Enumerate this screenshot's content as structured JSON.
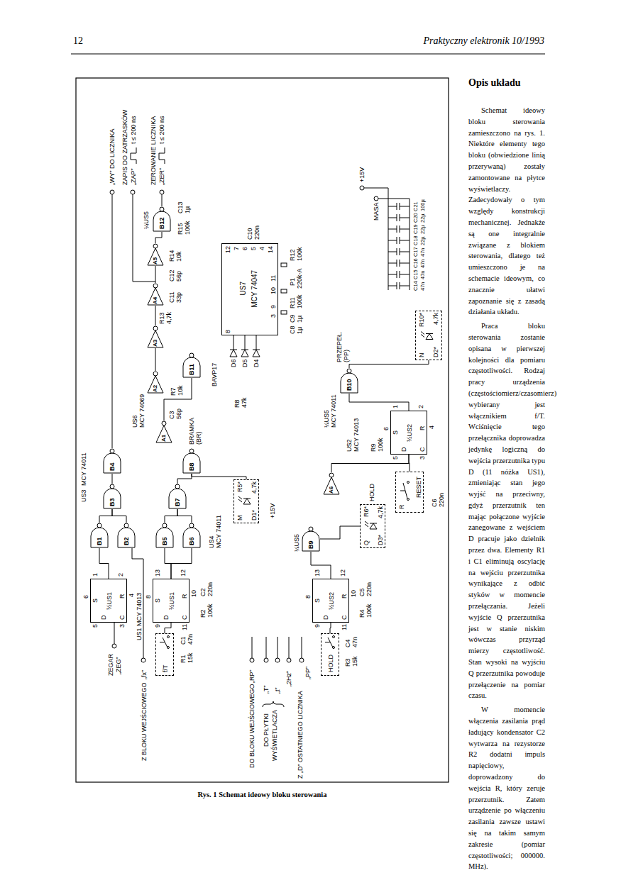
{
  "diagram": {
    "title": "Opis układu",
    "caption": "Rys. 1 Schemat ideowy bloku sterowania",
    "nodes": [
      {
        "text": [
          "S",
          "D",
          "½US1",
          "C",
          "R"
        ]
      },
      {
        "text": [
          "S",
          "D",
          "½US1",
          "C",
          "R"
        ]
      },
      {
        "text": [
          "S",
          "D",
          "½US2",
          "C",
          "R"
        ]
      },
      {
        "text": [
          "S",
          "D",
          "½US2",
          "C",
          "R"
        ]
      },
      {
        "text": [
          "B1"
        ]
      },
      {
        "text": [
          "B2"
        ]
      },
      {
        "text": [
          "B3"
        ]
      },
      {
        "text": [
          "B4"
        ]
      },
      {
        "text": [
          "B5"
        ]
      },
      {
        "text": [
          "B6"
        ]
      },
      {
        "text": [
          "B7"
        ]
      },
      {
        "text": [
          "B8"
        ]
      },
      {
        "text": [
          "A1"
        ]
      },
      {
        "text": [
          "A2"
        ]
      },
      {
        "text": [
          "B11"
        ]
      },
      {
        "text": [
          "A3"
        ]
      },
      {
        "text": [
          "A4"
        ]
      },
      {
        "text": [
          "A5"
        ]
      },
      {
        "text": [
          "B12"
        ]
      },
      {
        "text": [
          "A6"
        ]
      },
      {
        "text": [
          "B9"
        ]
      },
      {
        "text": [
          "B10"
        ]
      },
      {
        "text": [
          "US7",
          "MCY 74047"
        ]
      },
      {
        "text": [
          "f/T"
        ]
      },
      {
        "text": [
          "HOLD"
        ]
      },
      {
        "text": [
          "R",
          "RESET"
        ]
      },
      {
        "text": [
          "M",
          "D1*",
          "R5*",
          "4,7k"
        ]
      },
      {
        "text": [
          "Q",
          "D3*",
          "R6*",
          "4,7k"
        ]
      },
      {
        "text": [
          "N",
          "D2*",
          "R10*",
          "4,7k"
        ]
      }
    ],
    "edges": [
      {
        "from": 0,
        "to": 4,
        "arrow": "none"
      },
      {
        "from": 4,
        "to": 6,
        "arrow": "none"
      },
      {
        "from": 5,
        "to": 6,
        "arrow": "none"
      },
      {
        "from": 6,
        "to": 7,
        "arrow": "none"
      },
      {
        "from": 1,
        "to": 8,
        "arrow": "none"
      },
      {
        "from": 1,
        "to": 9,
        "arrow": "none"
      },
      {
        "from": 8,
        "to": 10,
        "arrow": "none"
      },
      {
        "from": 9,
        "to": 10,
        "arrow": "none"
      },
      {
        "from": 10,
        "to": 11,
        "arrow": "none"
      },
      {
        "from": 11,
        "to": 26,
        "arrow": "none"
      },
      {
        "from": 12,
        "to": 14,
        "arrow": "none"
      },
      {
        "from": 13,
        "to": 15,
        "arrow": "none"
      },
      {
        "from": 15,
        "to": 16,
        "arrow": "none"
      },
      {
        "from": 16,
        "to": 17,
        "arrow": "none"
      },
      {
        "from": 17,
        "to": 18,
        "arrow": "none"
      },
      {
        "from": 23,
        "to": 1,
        "arrow": "none"
      },
      {
        "from": 24,
        "to": 2,
        "arrow": "none"
      },
      {
        "from": 2,
        "to": 20,
        "arrow": "none"
      },
      {
        "from": 20,
        "to": 27,
        "arrow": "none"
      },
      {
        "from": 25,
        "to": 3,
        "arrow": "none"
      },
      {
        "from": 3,
        "to": 21,
        "arrow": "none"
      },
      {
        "from": 21,
        "to": 28,
        "arrow": "none"
      },
      {
        "from": 19,
        "to": 3,
        "arrow": "none"
      }
    ],
    "labels": [
      "12",
      "Praktyczny elektronik 10/1993",
      "Schemat ideowy bloku sterowania zamieszczono na rys. 1. Niektóre elementy tego bloku (obwiedzione linią przerywaną) zostały zamontowane na płytce wyświetlaczy. Zadecydowały o tym względy konstrukcji mechanicznej. Jednakże są one integralnie związane z blokiem sterowania, dlatego też umieszczono je na schemacie ideowym, co znacznie ułatwi zapoznanie się z zasadą działania układu.",
      "Praca bloku sterowania zostanie opisana w pierwszej kolejności dla pomiaru częstotliwości. Rodzaj pracy urządzenia (częstościomierz/czasomierz) wybierany jest włącznikiem f/T. Wciśnięcie tego przełącznika doprowadza jedynkę logiczną do wejścia przerzutnika typu D (11 nóżka US1), zmieniając stan jego wyjść na przeciwny, gdyż przerzutnik ten mając połączone wyjście zanegowane z wejściem D pracuje jako dzielnik przez dwa. Elementy R1 i C1 eliminują oscylację na wejściu przerzutnika wynikające z odbić styków w momencie przełączania. Jeżeli wyjście Q przerzutnika jest w stanie niskim wówczas przyrząd mierzy częstotliwość. Stan wysoki na wyjściu Q przerzutnika powoduje przełączenie na pomiar czasu.",
      "W momencie włączenia zasilania prąd ładujący kondensator C2 wytwarza na rezystorze R2 dodatni impuls napięciowy, doprowadzony do wejścia R, który zeruje przerzutnik. Zatem urządzenie po włączeniu zasilania zawsze ustawi się na takim samym zakresie (pomiar częstotliwości; 000000. MHz).",
      "ZEGAR",
      "„ZEG”",
      "Z BLOKU WEJŚCIOWEGO",
      "„fx”",
      "DO BLOKU WEJŚCIOWEGO",
      "„RP”",
      "DO PŁYTKI",
      "WYŚWIETLACZA",
      "„T”",
      "„t”",
      "„2Hz”",
      "Z „D” OSTATNIEGO LICZNIKA",
      "„PP”",
      "„WY” DO LICZNIKA",
      "ZAPIS DO ZATRZASKÓW",
      "„ZAP”",
      "t ≤ 200 ns",
      "ZEROWANIE LICZNIKA",
      "„ZER”",
      "t ≤ 200 ns",
      "+15V",
      "MASA",
      "C14",
      "C15",
      "C16",
      "C17",
      "C18",
      "C19",
      "C20",
      "C21",
      "47n",
      "47n",
      "47n",
      "47n",
      "22µ",
      "22µ",
      "22µ",
      "100µ",
      "12",
      "7",
      "6",
      "5",
      "4",
      "14",
      "8",
      "3",
      "9",
      "10",
      "11",
      "C8",
      "1µ",
      "C9",
      "1µ",
      "R11",
      "100k",
      "P1",
      "220k-A",
      "R12",
      "100k",
      "C10",
      "220n",
      "BAVP17",
      "D6",
      "D5",
      "D4",
      "R8",
      "47k",
      "C3",
      "56p",
      "R7",
      "10k",
      "R13",
      "4,7k",
      "C11",
      "33p",
      "C12",
      "56p",
      "R14",
      "10k",
      "R15",
      "100k",
      "C13",
      "1µ",
      "R1",
      "15k",
      "C1",
      "47n",
      "R2",
      "100k",
      "C2",
      "220n",
      "R3",
      "15k",
      "C4",
      "47n",
      "R4",
      "100k",
      "C5",
      "220n",
      "R9",
      "100k",
      "C6",
      "220n",
      "US3",
      "MCY 74011",
      "US4",
      "MCY 74011",
      "US1 MCY 74013",
      "US2",
      "MCY 74013",
      "¼US5",
      "¼US5",
      "MCY 74011",
      "US6",
      "MCY 74069",
      "¼US5",
      "BRAMKA",
      "(BR)",
      "PRZEPEŁ.",
      "(PP)",
      "+15V",
      "HOLD",
      "6",
      "1",
      "2",
      "4",
      "5",
      "3",
      "8",
      "13",
      "12",
      "10",
      "9",
      "11",
      "8",
      "13",
      "12",
      "10",
      "9",
      "11",
      "6",
      "1",
      "2",
      "4",
      "5",
      "3"
    ]
  }
}
